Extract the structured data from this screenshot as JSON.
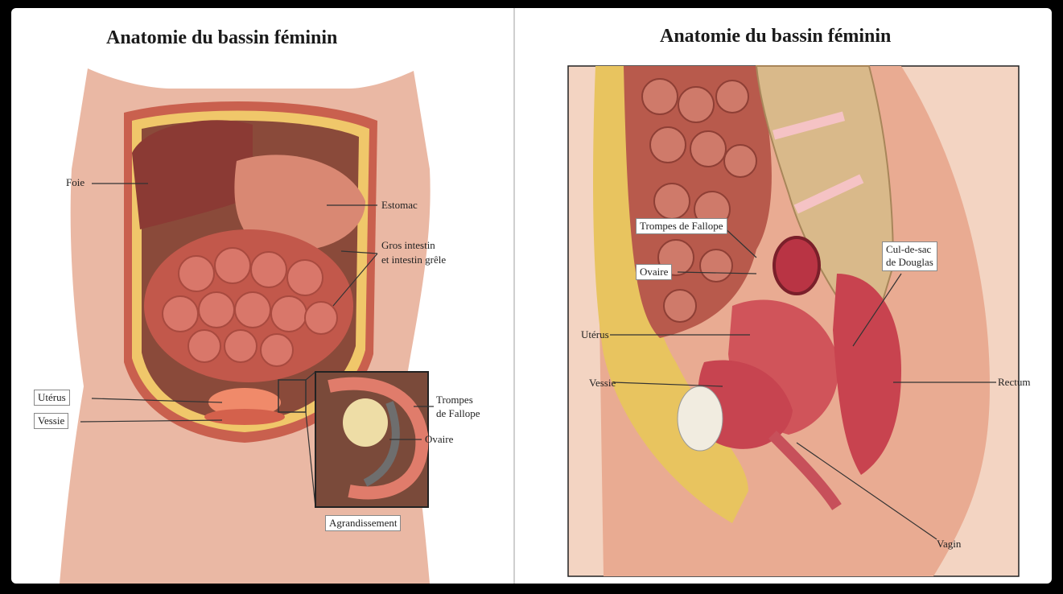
{
  "left_panel": {
    "title": "Anatomie du bassin féminin",
    "labels": {
      "foie": "Foie",
      "estomac": "Estomac",
      "intestins": [
        "Gros intestin",
        "et intestin grêle"
      ],
      "uterus": "Utérus",
      "vessie": "Vessie",
      "trompes": [
        "Trompes",
        "de Fallope"
      ],
      "ovaire": "Ovaire",
      "agrandissement": "Agrandissement"
    }
  },
  "right_panel": {
    "title": "Anatomie du bassin féminin",
    "labels": {
      "trompes": "Trompes de Fallope",
      "ovaire": "Ovaire",
      "uterus": "Utérus",
      "vessie": "Vessie",
      "cul_de_sac": [
        "Cul-de-sac",
        "de Douglas"
      ],
      "rectum": "Rectum",
      "vagin": "Vagin"
    }
  }
}
